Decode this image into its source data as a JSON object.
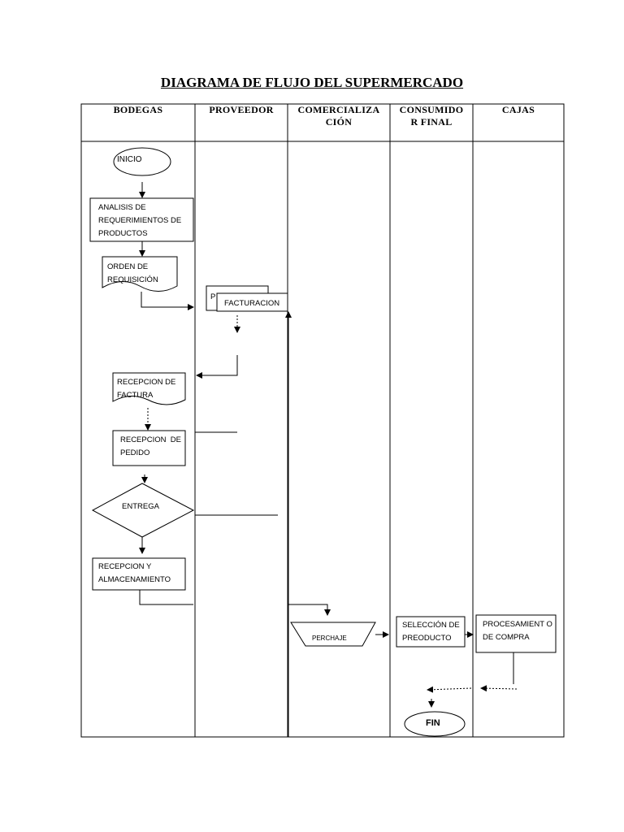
{
  "title": "DIAGRAMA DE FLUJO DEL SUPERMERCADO",
  "lanes": {
    "bodegas": "BODEGAS",
    "proveedor": "PROVEEDOR",
    "comercializacion": "COMERCIALIZA CIÓN",
    "consumidor": "CONSUMIDO R FINAL",
    "cajas": "CAJAS"
  },
  "nodes": {
    "inicio": "INICIO",
    "analisis": "ANALISIS DE REQUERIMIENTOS DE PRODUCTOS",
    "orden": "ORDEN DE REQUISICIÓN",
    "pedido_back": "P",
    "facturacion": "FACTURACION",
    "recepcion_factura": "RECEPCION DE FACTURA",
    "recepcion_pedido": "RECEPCION  DE PEDIDO",
    "entrega": "ENTREGA",
    "recepcion_almacenamiento": "RECEPCION Y ALMACENAMIENTO",
    "perchaje": "PERCHAJE",
    "seleccion": "SELECCIÓN DE PREODUCTO",
    "procesamiento": "PROCESAMIENT O DE COMPRA",
    "fin": "FIN"
  }
}
